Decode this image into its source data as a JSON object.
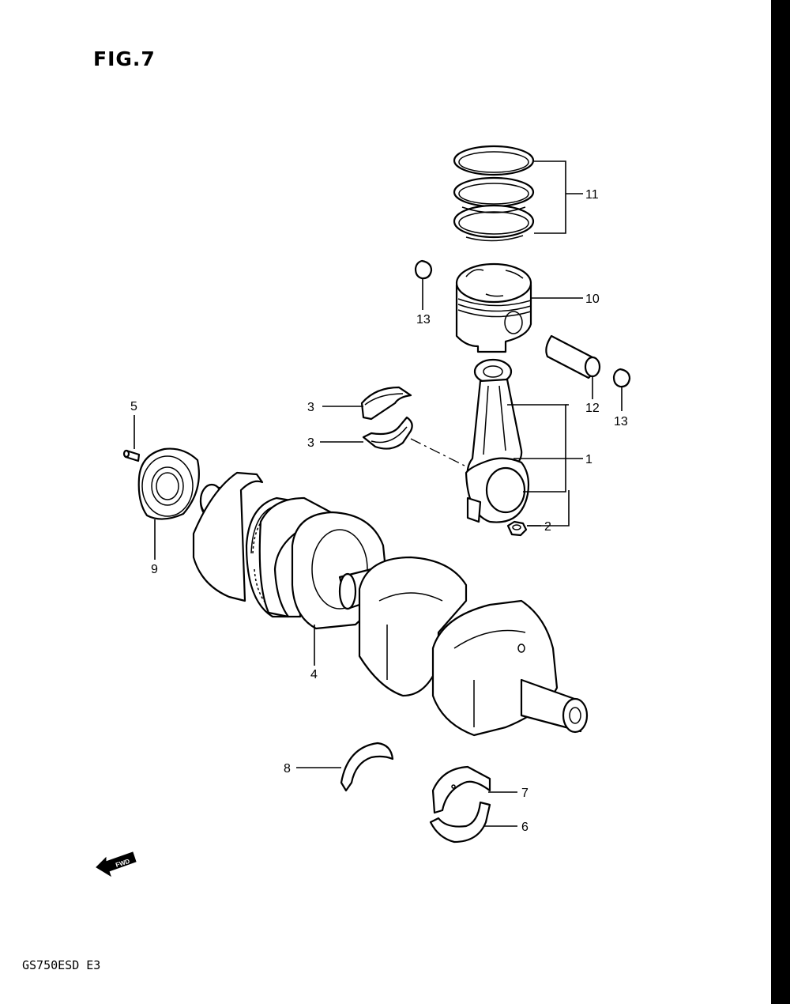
{
  "figure": {
    "title": "FIG.7",
    "model_code": "GS750ESD E3"
  },
  "fwd_arrow": {
    "label": "FWD",
    "icon": "fwd-arrow-icon"
  },
  "callouts": [
    {
      "id": "c1",
      "number": "1"
    },
    {
      "id": "c2",
      "number": "2"
    },
    {
      "id": "c3a",
      "number": "3"
    },
    {
      "id": "c3b",
      "number": "3"
    },
    {
      "id": "c4",
      "number": "4"
    },
    {
      "id": "c5",
      "number": "5"
    },
    {
      "id": "c6",
      "number": "6"
    },
    {
      "id": "c7",
      "number": "7"
    },
    {
      "id": "c8",
      "number": "8"
    },
    {
      "id": "c9",
      "number": "9"
    },
    {
      "id": "c10",
      "number": "10"
    },
    {
      "id": "c11",
      "number": "11"
    },
    {
      "id": "c12",
      "number": "12"
    },
    {
      "id": "c13a",
      "number": "13"
    },
    {
      "id": "c13b",
      "number": "13"
    }
  ]
}
